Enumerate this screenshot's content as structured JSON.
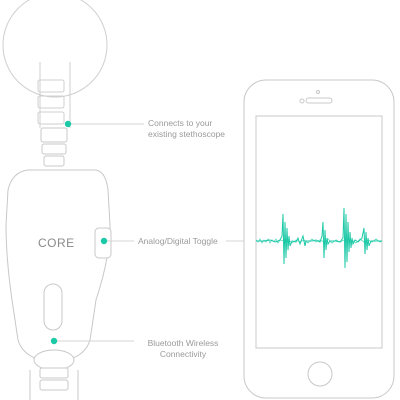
{
  "device": {
    "label": "CORE"
  },
  "annotations": {
    "connects": {
      "line1": "Connects to your",
      "line2": "existing stethoscope"
    },
    "toggle": {
      "text": "Analog/Digital Toggle"
    },
    "bluetooth": {
      "line1": "Bluetooth Wireless",
      "line2": "Connectivity"
    }
  },
  "colors": {
    "accent": "#1cc9a7",
    "outline": "#c8c8c8",
    "leader_line": "#d4d4d4"
  }
}
